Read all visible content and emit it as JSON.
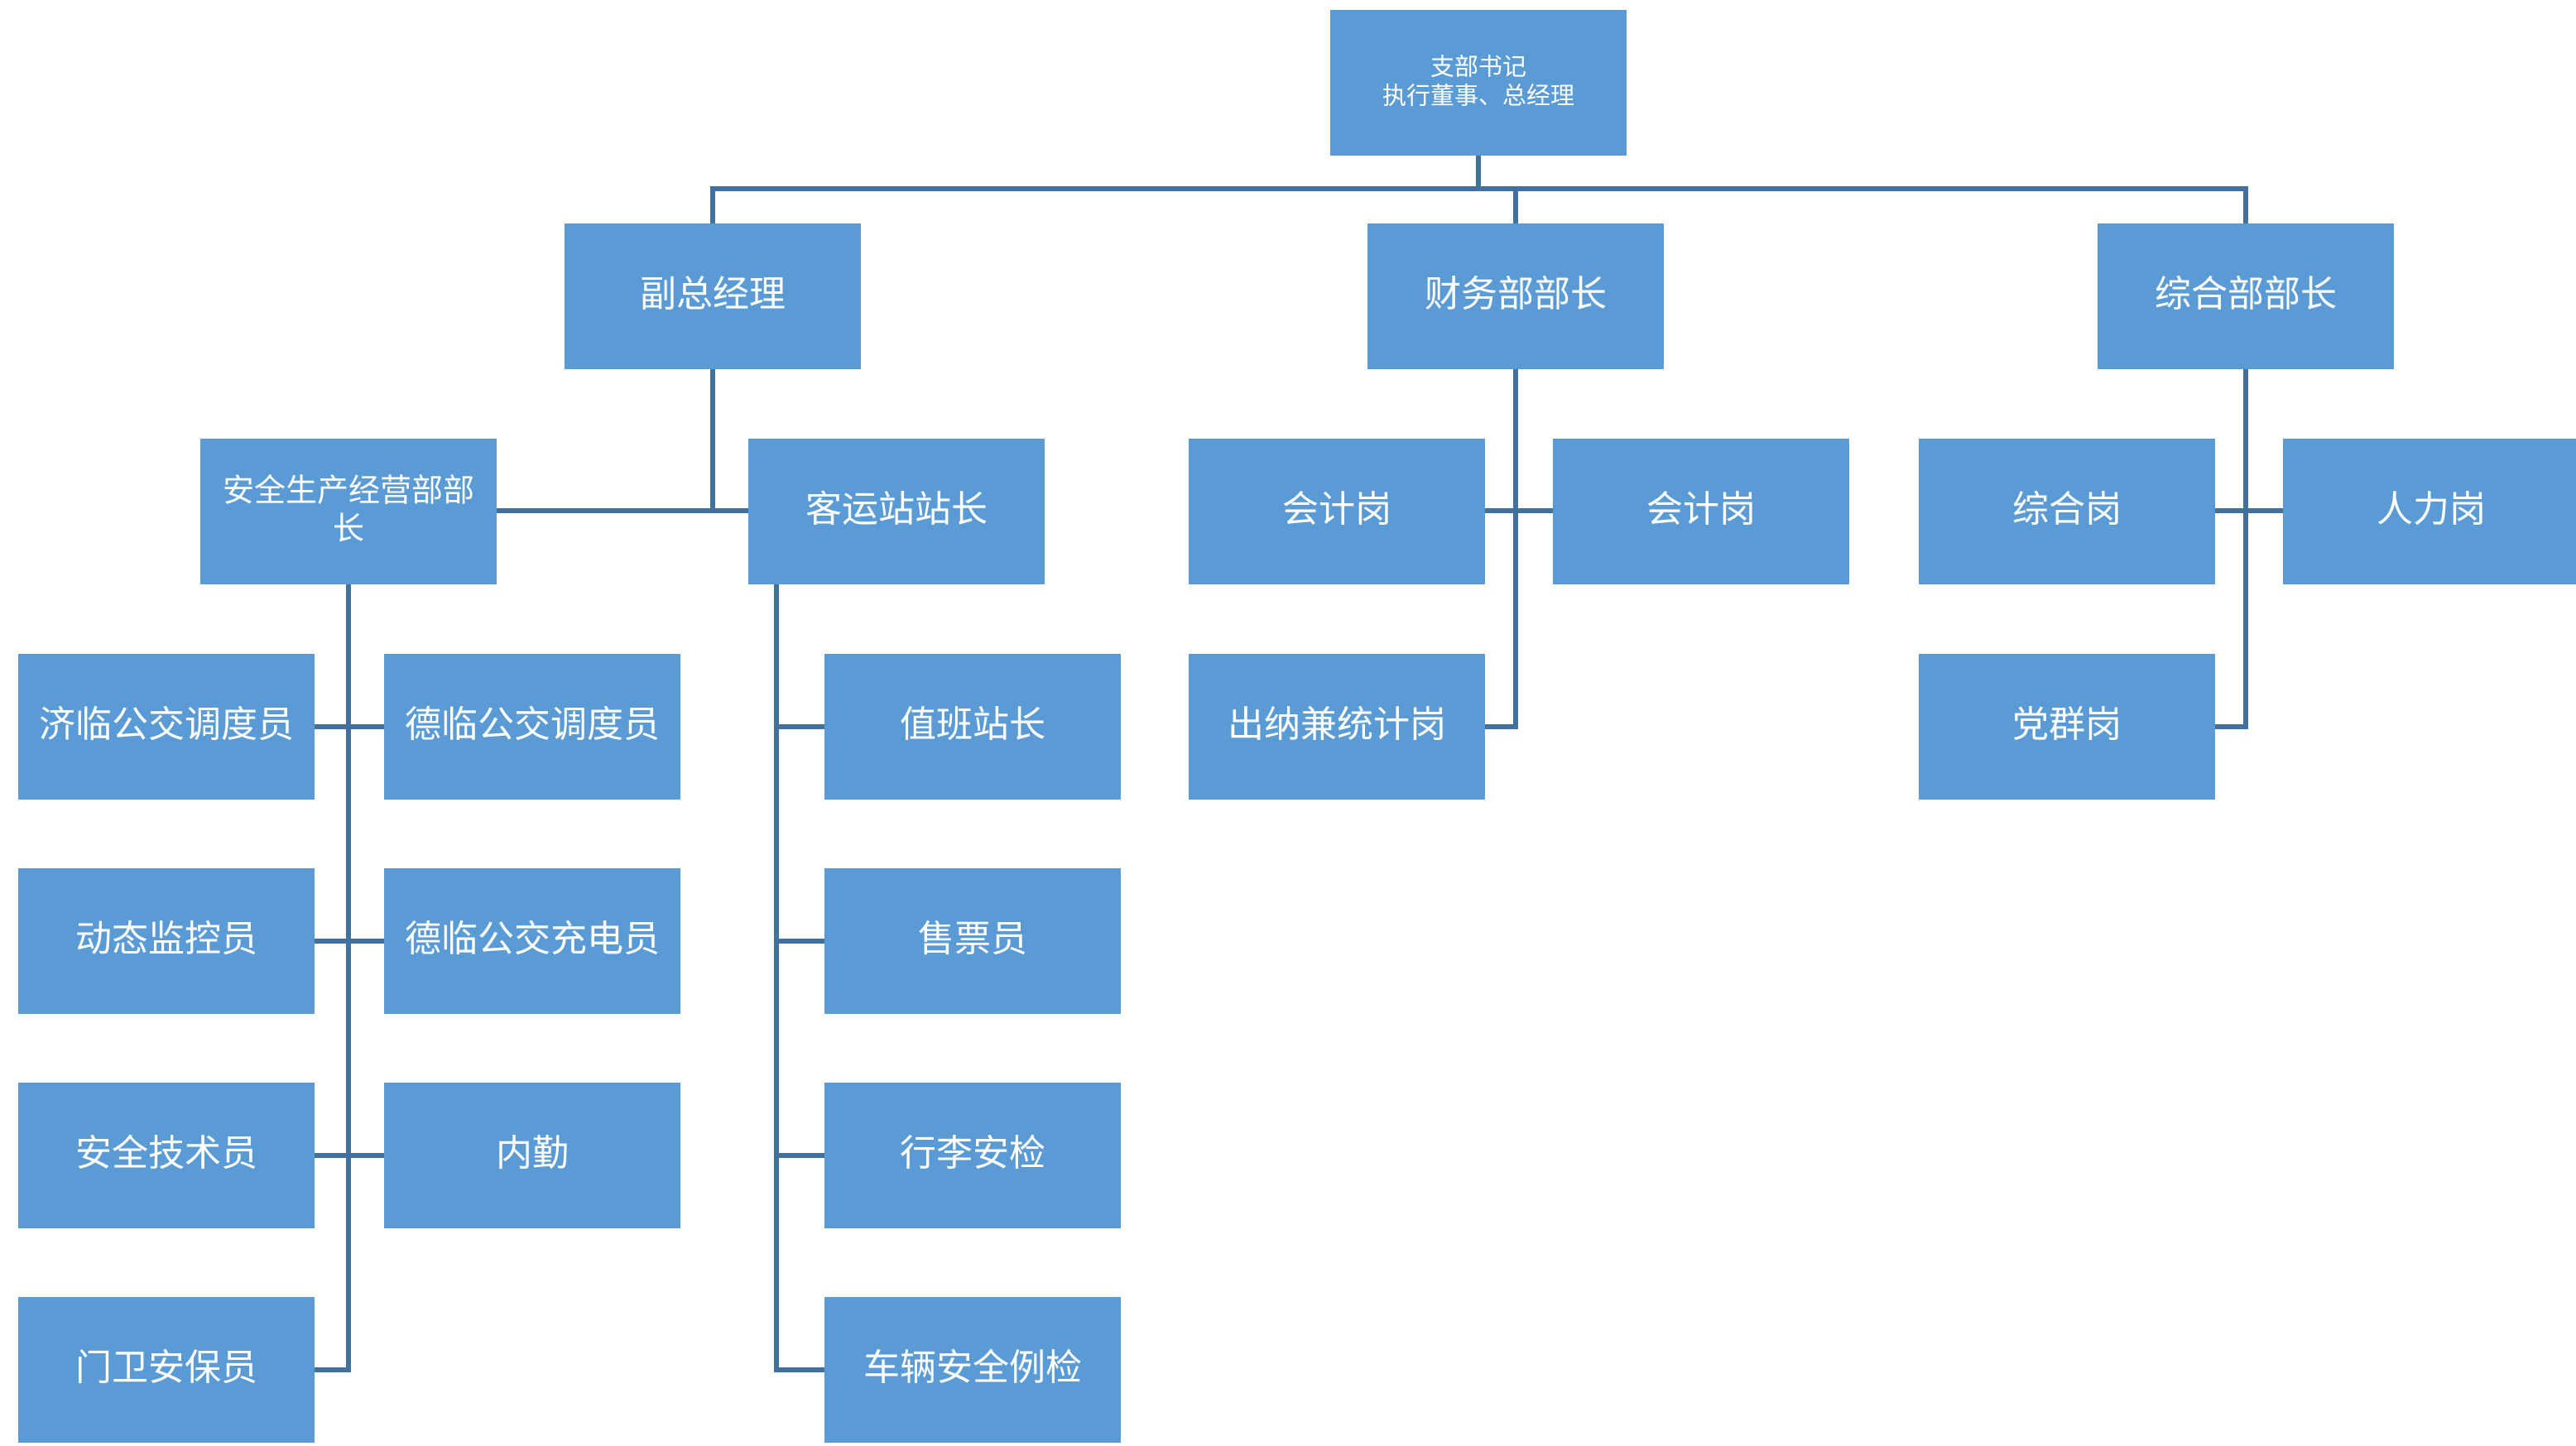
{
  "colors": {
    "box": "#5b9bd5",
    "line": "#41719c",
    "text": "#ffffff"
  },
  "nodes": {
    "root": {
      "lines": [
        "支部书记",
        "执行董事、总经理"
      ]
    },
    "deputy_gm": {
      "lines": [
        "副总经理"
      ]
    },
    "finance_head": {
      "lines": [
        "财务部部长"
      ]
    },
    "general_head": {
      "lines": [
        "综合部部长"
      ]
    },
    "safety_head": {
      "lines": [
        "安全生产经营部部",
        "长"
      ]
    },
    "station_head": {
      "lines": [
        "客运站站长"
      ]
    },
    "jinan_dispatcher": {
      "lines": [
        "济临公交调度员"
      ]
    },
    "dezhou_dispatcher": {
      "lines": [
        "德临公交调度员"
      ]
    },
    "dynamic_monitor": {
      "lines": [
        "动态监控员"
      ]
    },
    "dezhou_charger": {
      "lines": [
        "德临公交充电员"
      ]
    },
    "safety_tech": {
      "lines": [
        "安全技术员"
      ]
    },
    "office_staff": {
      "lines": [
        "内勤"
      ]
    },
    "gate_guard": {
      "lines": [
        "门卫安保员"
      ]
    },
    "duty_station_master": {
      "lines": [
        "值班站长"
      ]
    },
    "ticket_seller": {
      "lines": [
        "售票员"
      ]
    },
    "baggage_check": {
      "lines": [
        "行李安检"
      ]
    },
    "vehicle_inspection": {
      "lines": [
        "车辆安全例检"
      ]
    },
    "accountant_1": {
      "lines": [
        "会计岗"
      ]
    },
    "accountant_2": {
      "lines": [
        "会计岗"
      ]
    },
    "cashier_statistics": {
      "lines": [
        "出纳兼统计岗"
      ]
    },
    "general_post": {
      "lines": [
        "综合岗"
      ]
    },
    "hr_post": {
      "lines": [
        "人力岗"
      ]
    },
    "party_post": {
      "lines": [
        "党群岗"
      ]
    }
  }
}
